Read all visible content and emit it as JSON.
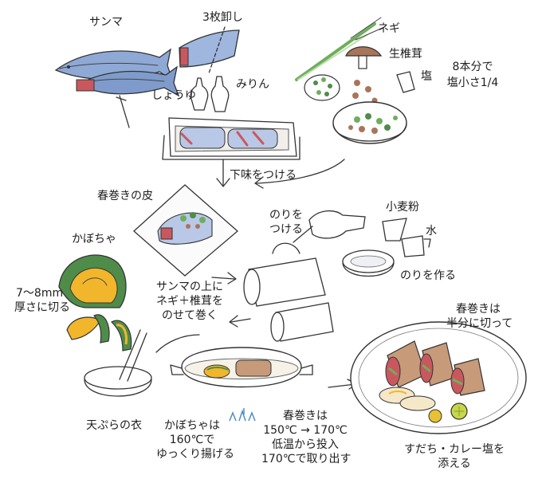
{
  "labels": {
    "saury": "サンマ",
    "fillet": "3枚卸し",
    "negi": "ネギ",
    "shiitake": "生椎茸",
    "salt": "塩",
    "salt_amount_1": "8本分で",
    "salt_amount_2": "塩小さ1/4",
    "shoyu": "しょうゆ",
    "mirin": "みりん",
    "marinate": "下味をつける",
    "wrapper": "春巻きの皮",
    "apply_paste_1": "のりを",
    "apply_paste_2": "つける",
    "flour": "小麦粉",
    "water": "水",
    "kabocha": "かぼちゃ",
    "thickness_1": "7〜8mm",
    "thickness_2": "厚さに切る",
    "roll_1": "サンマの上に",
    "roll_2": "ネギ＋椎茸を",
    "roll_3": "のせて巻く",
    "make_paste": "のりを作る",
    "halve_1": "春巻きは",
    "halve_2": "半分に切って",
    "batter": "天ぷらの衣",
    "fry_kabocha_1": "かぼちゃは",
    "fry_kabocha_2": "160℃で",
    "fry_kabocha_3": "ゆっくり揚げる",
    "fry_roll_1": "春巻きは",
    "fry_roll_2": "150℃ → 170℃",
    "fry_roll_3": "低温から投入",
    "fry_roll_4": "170℃で取り出す",
    "serve_1": "すだち・カレー塩を",
    "serve_2": "添える"
  },
  "colors": {
    "fish_blue": "#6f8fc4",
    "fish_red": "#c9585e",
    "green": "#6fae5c",
    "kabocha_green": "#4f8c4a",
    "kabocha_yellow": "#f1b62b",
    "brown": "#a9755a",
    "sudachi": "#c7d64a"
  },
  "icons": [
    "saury-fish-icon",
    "fillet-icon",
    "soy-bottle-icon",
    "mirin-bottle-icon",
    "tray-icon",
    "negi-icon",
    "shiitake-icon",
    "salt-shaker-icon",
    "mixing-bowl-icon",
    "wrapper-icon",
    "hand-icon",
    "flour-icon",
    "water-pitcher-icon",
    "paste-bowl-icon",
    "kabocha-icon",
    "spring-roll-icon",
    "batter-bowl-icon",
    "frying-pot-icon",
    "flame-icon",
    "serving-plate-icon"
  ]
}
